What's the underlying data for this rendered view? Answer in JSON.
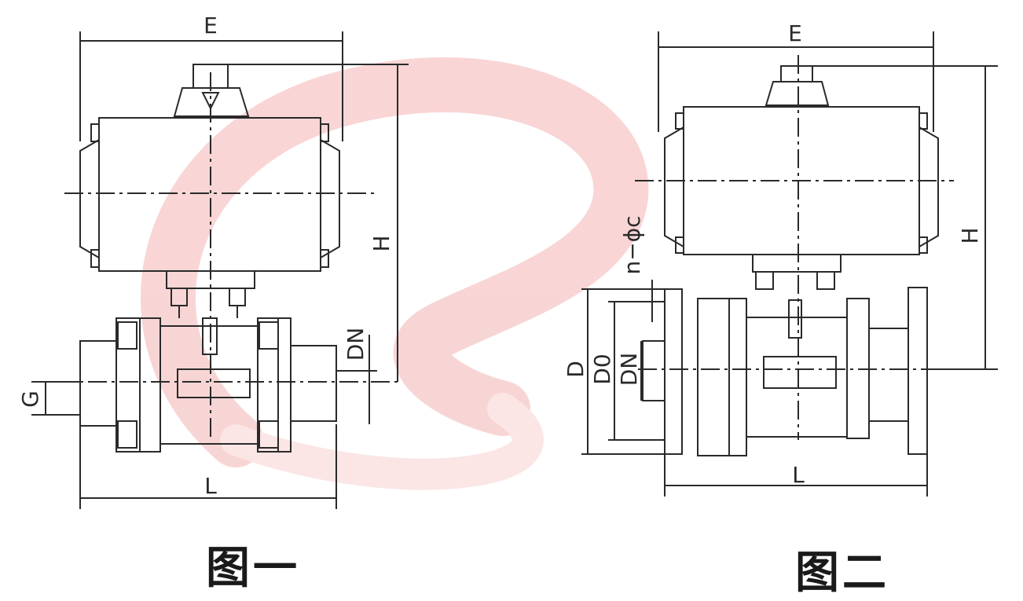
{
  "figure1": {
    "caption": "图一",
    "labels": {
      "E": "E",
      "H": "H",
      "DN": "DN",
      "G": "G",
      "L": "L"
    }
  },
  "figure2": {
    "caption": "图二",
    "labels": {
      "E": "E",
      "H": "H",
      "D": "D",
      "D0": "D0",
      "DN": "DN",
      "nc": "n−ϕc",
      "L": "L"
    }
  },
  "colors": {
    "line": "#2a2a2a",
    "watermark": "#f7c8c8",
    "paper": "#ffffff"
  }
}
